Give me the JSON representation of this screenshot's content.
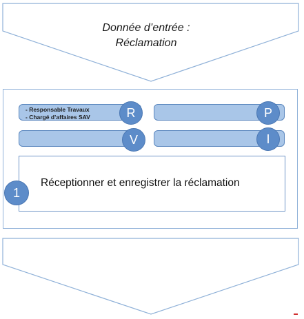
{
  "input": {
    "line1": "Donnée d’entrée :",
    "line2": "Réclamation"
  },
  "roles": {
    "r": {
      "letter": "R",
      "lines": [
        "- Responsable Travaux",
        "- Chargé d’affaires SAV"
      ]
    },
    "p": {
      "letter": "P"
    },
    "v": {
      "letter": "V"
    },
    "i": {
      "letter": "I"
    }
  },
  "task": {
    "number": "1",
    "label": "Réceptionner et enregistrer la réclamation"
  }
}
